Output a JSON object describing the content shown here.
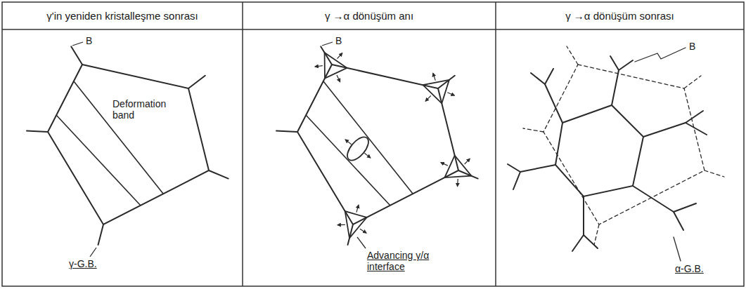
{
  "diagram": {
    "labels": [
      "γ'in yeniden kristalleşme sonrası",
      "γ →α dönüşüm anı",
      "γ →α dönüşüm sonrası",
      "B",
      "Deformation band",
      "γ-G.B.",
      "B",
      "Advancing γ/α interface",
      "B",
      "α-G.B."
    ]
  }
}
